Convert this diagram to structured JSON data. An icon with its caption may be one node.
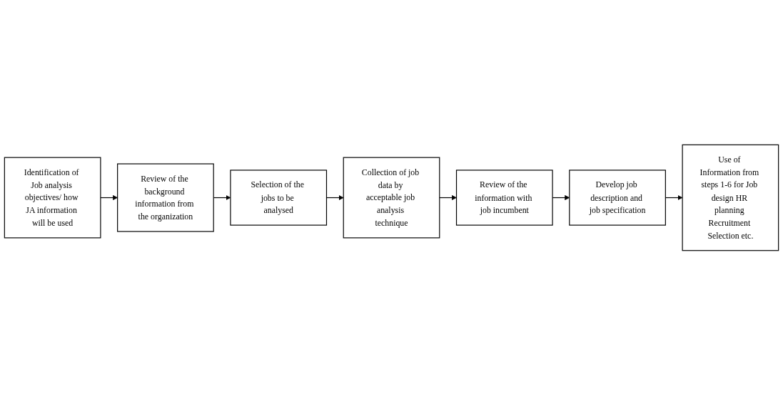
{
  "diagram": {
    "nodes": [
      {
        "text": [
          "Identification of Job analysis objectives/ how JA information will be used"
        ]
      },
      {
        "text": [
          "Review of the background information from the organization"
        ]
      },
      {
        "text": [
          "Selection of the jobs to be analysed"
        ]
      },
      {
        "text": [
          "Collection of job data by acceptable job analysis technique"
        ]
      },
      {
        "text": [
          "Review of the information with job incumbent"
        ]
      },
      {
        "text": [
          "Develop job description and job specification"
        ]
      },
      {
        "text": [
          "Use of Information from steps 1-6 for Job design HR planning Recruitment Selection etc."
        ]
      }
    ],
    "edges": [
      {
        "from": 0,
        "to": 1,
        "arrow": "to"
      },
      {
        "from": 1,
        "to": 2,
        "arrow": "to"
      },
      {
        "from": 2,
        "to": 3,
        "arrow": "to"
      },
      {
        "from": 3,
        "to": 4,
        "arrow": "to"
      },
      {
        "from": 4,
        "to": 5,
        "arrow": "to"
      },
      {
        "from": 5,
        "to": 6,
        "arrow": "to"
      }
    ]
  }
}
